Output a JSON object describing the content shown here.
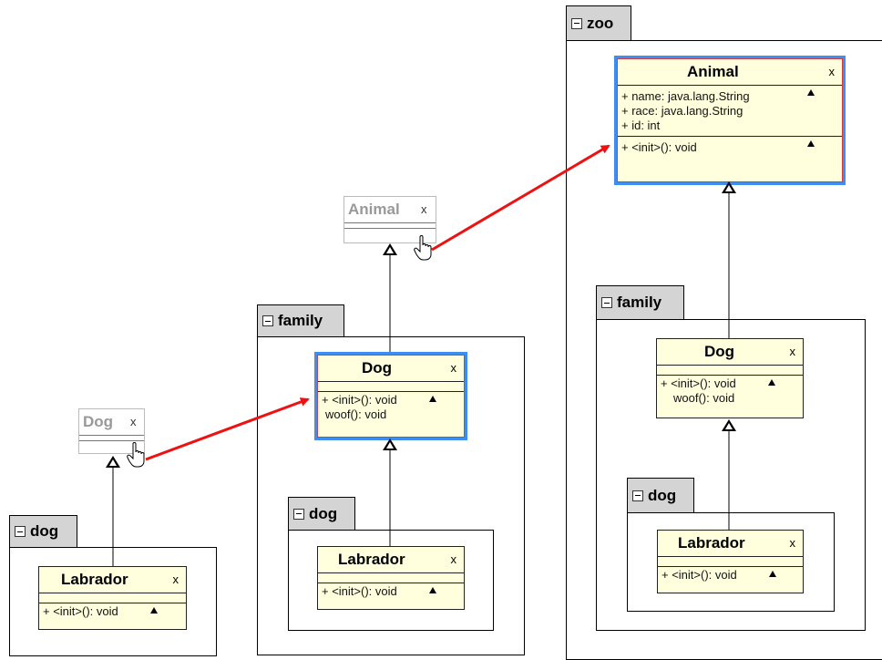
{
  "packages": {
    "zoo": "zoo",
    "family": "family",
    "dog": "dog"
  },
  "classes": {
    "animal": {
      "name": "Animal",
      "close": "x",
      "attributes": [
        "+ name: java.lang.String",
        "+ race: java.lang.String",
        "+ id: int"
      ],
      "operations": [
        "+ <init>(): void"
      ]
    },
    "dog": {
      "name": "Dog",
      "close": "x",
      "operations": [
        "+ <init>(): void",
        "woof(): void"
      ]
    },
    "labrador": {
      "name": "Labrador",
      "close": "x",
      "operations": [
        "+ <init>(): void"
      ]
    }
  },
  "ghosts": {
    "animal": {
      "name": "Animal",
      "close": "x"
    },
    "dog": {
      "name": "Dog",
      "close": "x"
    }
  },
  "colors": {
    "class_fill": "#ffffdd",
    "selection": "#3d8ef0",
    "arrow": "#ee1111",
    "tab_fill": "#d4d4d4"
  }
}
